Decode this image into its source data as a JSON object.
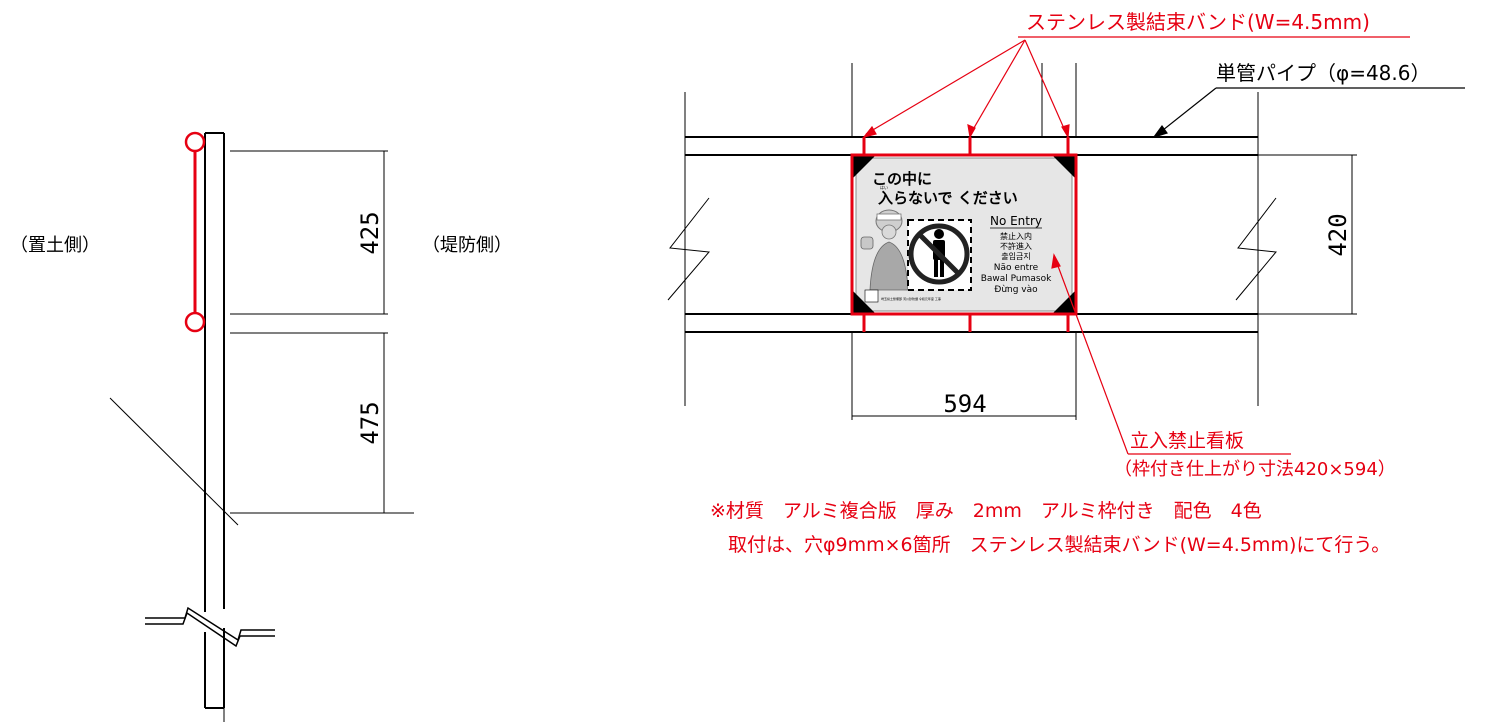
{
  "colors": {
    "line": "#000000",
    "annotation": "#e60012",
    "sign_panel": "#e6e6e6",
    "sign_gray": "#cfcfcf"
  },
  "side_view": {
    "left_label": "（置土側）",
    "right_label": "（堤防側）",
    "dim_upper": "425",
    "dim_lower": "475"
  },
  "front_view": {
    "band_callout": "ステンレス製結束バンド(W=4.5mm)",
    "pipe_callout": "単管パイプ（φ=48.6）",
    "dim_height": "420",
    "dim_width": "594",
    "sign_callout_title": "立入禁止看板",
    "sign_callout_sub": "（枠付き仕上がり寸法420×594）"
  },
  "sign": {
    "title_line1": "この中に",
    "ruby": "はい",
    "title_line2": "入らないで ください",
    "english": "No Entry",
    "lines": [
      "禁止入内",
      "不許進入",
      "출입금지",
      "Não entre",
      "Bawal Pumasok",
      "Đừng vào"
    ],
    "footer": "埼玉県土整備部 河川砂防課 令和元年度 工事"
  },
  "notes": {
    "line1": "※材質　アルミ複合版　厚み　2mm　アルミ枠付き　配色　4色",
    "line2": "取付は、穴φ9mm×6箇所　ステンレス製結束バンド(W=4.5mm)にて行う。"
  }
}
